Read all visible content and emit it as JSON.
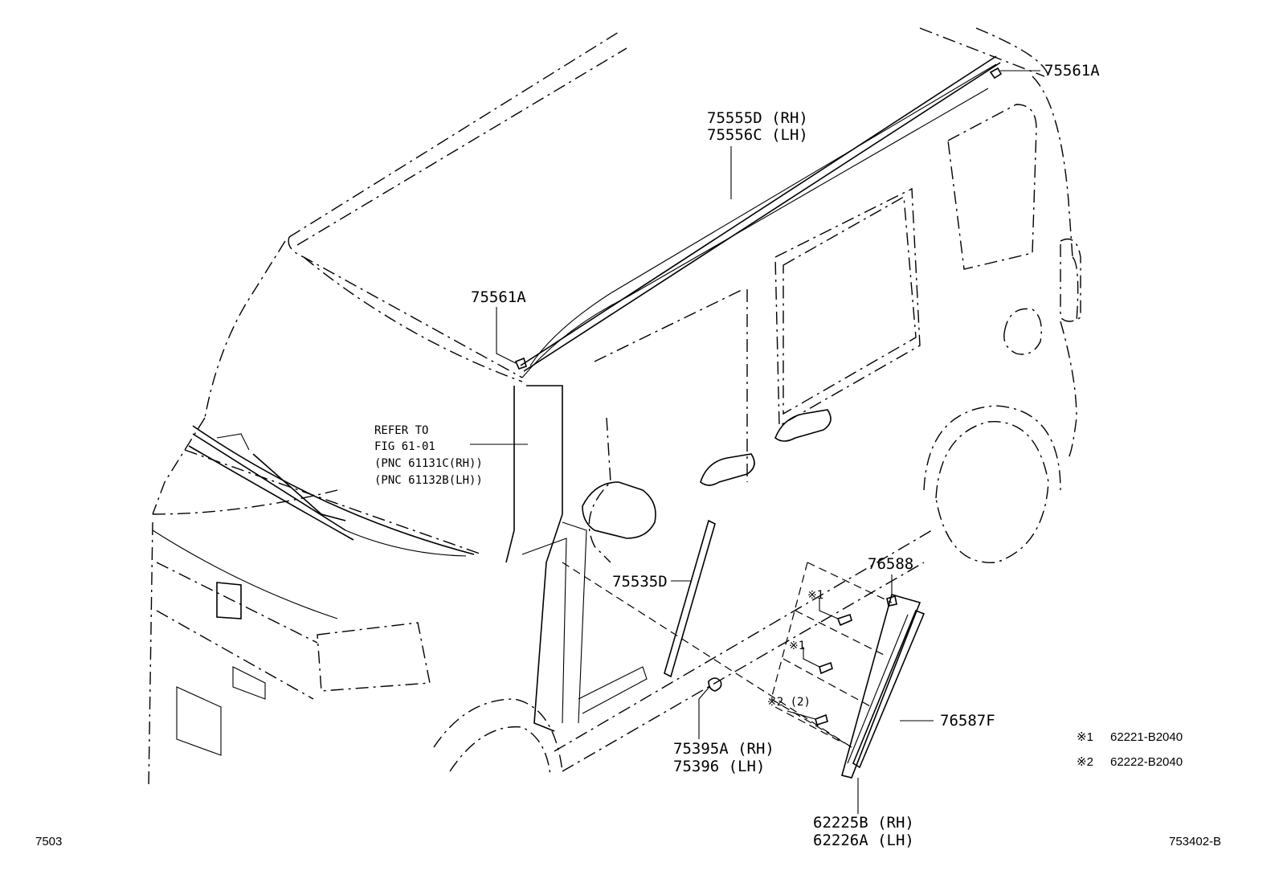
{
  "callouts": {
    "clip_top_right": "75561A",
    "roof_molding_rh": "75555D (RH)",
    "roof_molding_lh": "75556C (LH)",
    "clip_front": "75561A",
    "refer_line1": "REFER TO",
    "refer_line2": "FIG 61-01",
    "refer_line3": "(PNC 61131C(RH))",
    "refer_line4": "(PNC 61132B(LH))",
    "weatherstrip": "75535D",
    "clip_76588": "76588",
    "note1_a": "※1",
    "note1_b": "※1",
    "note2_a": "※2 (2)",
    "garnish": "76587F",
    "nut_rh": "75395A (RH)",
    "nut_lh": "75396  (LH)",
    "part_rh": "62225B (RH)",
    "part_lh": "62226A (LH)"
  },
  "legend": {
    "item1_mark": "※1",
    "item1_part": "62221-B2040",
    "item2_mark": "※2",
    "item2_part": "62222-B2040"
  },
  "footer": {
    "left_code": "7503",
    "right_code": "753402-B"
  }
}
